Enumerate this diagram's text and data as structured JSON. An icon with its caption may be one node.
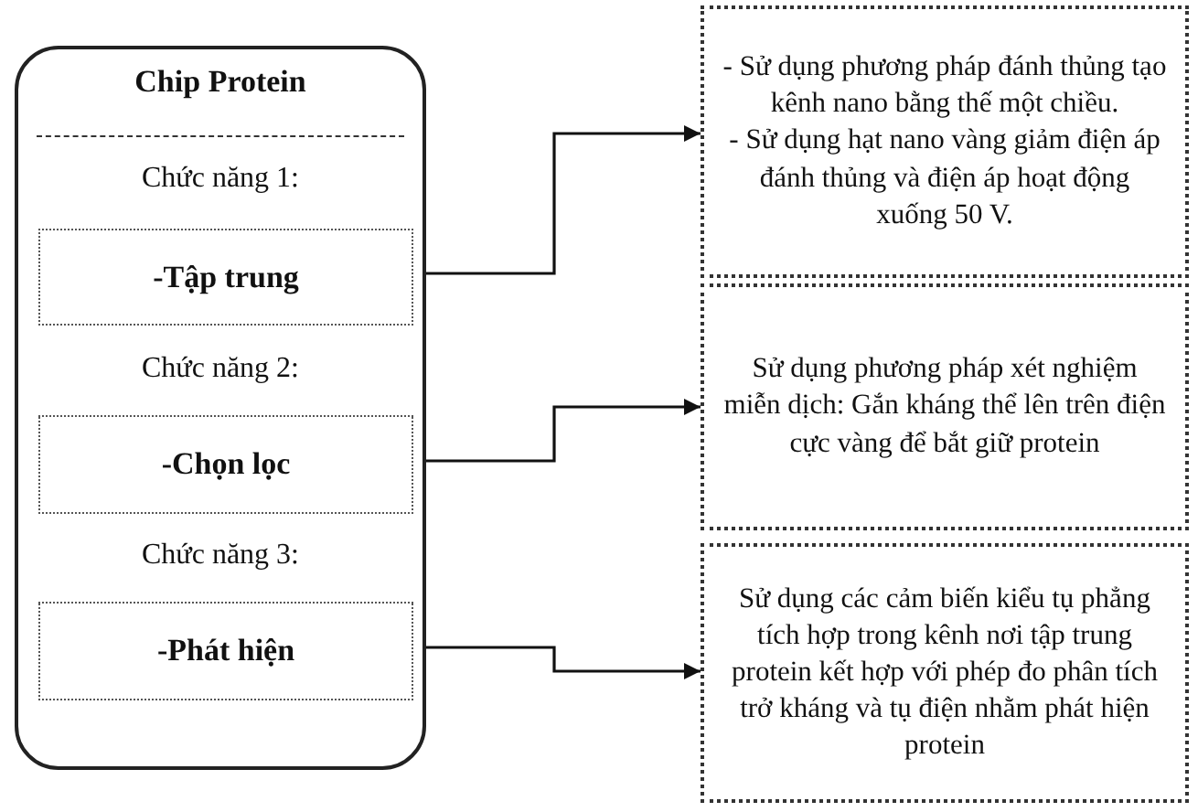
{
  "diagram": {
    "nodes": [
      {
        "text": [
          "Chip Protein",
          "Chức năng 1:",
          "Chức năng 2:",
          "Chức năng 3:"
        ]
      },
      {
        "text": [
          "-Tập trung"
        ],
        "in": 0
      },
      {
        "text": [
          "-Chọn lọc"
        ],
        "in": 0
      },
      {
        "text": [
          "-Phát hiện"
        ],
        "in": 0
      },
      {
        "text": [
          "- Sử dụng phương pháp đánh thủng tạo kênh nano bằng thế một chiều.",
          "- Sử dụng hạt nano vàng giảm điện áp đánh thủng và điện áp hoạt động xuống 50 V."
        ]
      },
      {
        "text": [
          "Sử dụng phương pháp xét nghiệm miễn dịch: Gắn kháng thể lên trên điện cực vàng để bắt giữ protein"
        ]
      },
      {
        "text": [
          "Sử dụng các cảm biến kiểu tụ phẳng tích hợp trong kênh nơi tập trung protein kết hợp với phép đo phân tích trở kháng và tụ điện nhằm phát hiện protein"
        ]
      }
    ],
    "edges": [
      {
        "from": 1,
        "to": 4,
        "arrow": "to"
      },
      {
        "from": 2,
        "to": 5,
        "arrow": "to"
      },
      {
        "from": 3,
        "to": 6,
        "arrow": "to"
      }
    ]
  }
}
